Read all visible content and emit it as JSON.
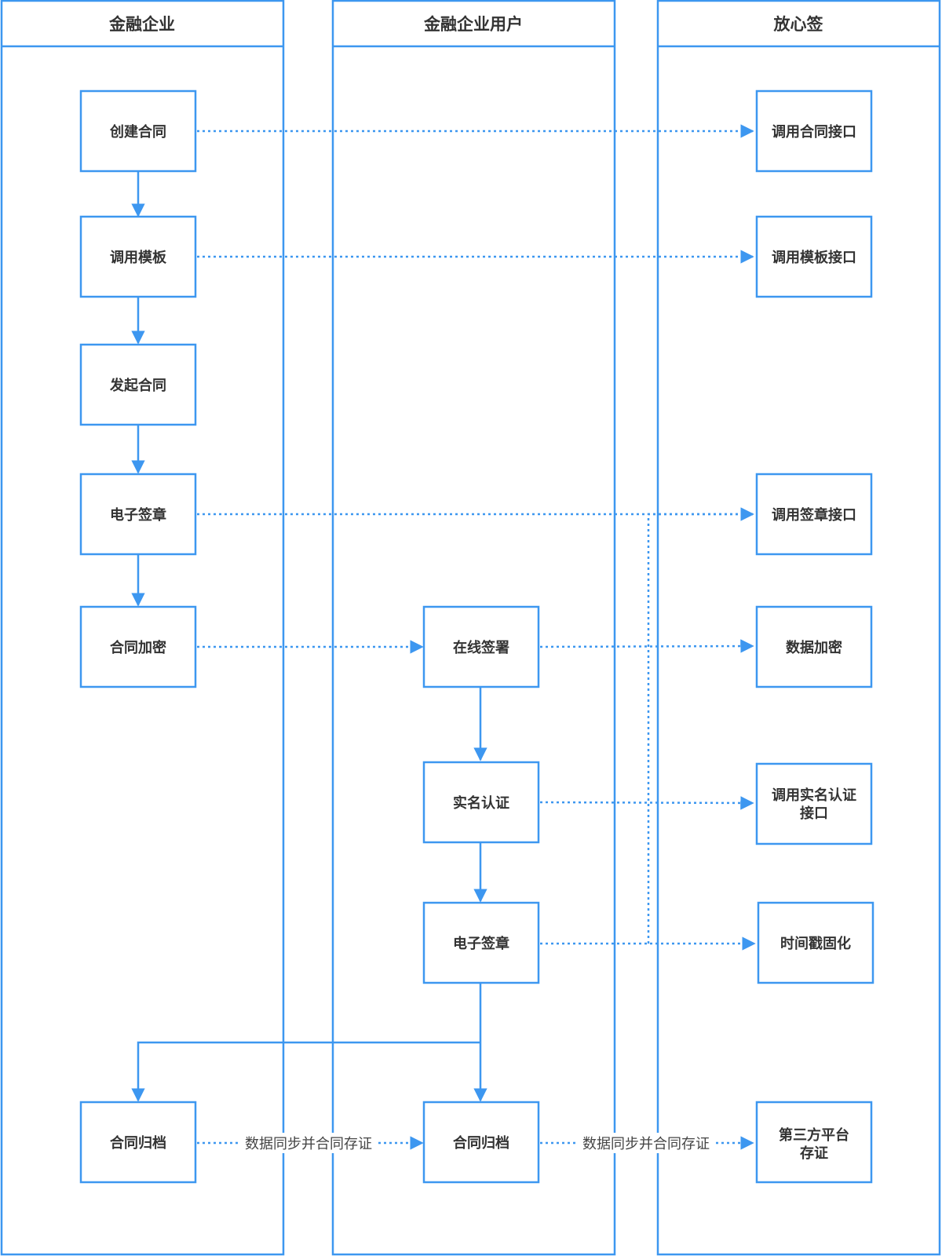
{
  "colors": {
    "accent": "#3d97f0",
    "text": "#333333",
    "background": "#ffffff"
  },
  "lanes": [
    {
      "id": "financial-enterprise",
      "title": "金融企业"
    },
    {
      "id": "enterprise-user",
      "title": "金融企业用户"
    },
    {
      "id": "fangxinqian",
      "title": "放心签"
    }
  ],
  "nodes": {
    "create_contract": "创建合同",
    "call_template": "调用模板",
    "initiate_contract": "发起合同",
    "e_signature_ent": "电子签章",
    "contract_encrypt": "合同加密",
    "archive_ent": "合同归档",
    "online_sign": "在线签署",
    "real_name_auth": "实名认证",
    "e_signature_user": "电子签章",
    "archive_user": "合同归档",
    "api_contract": "调用合同接口",
    "api_template": "调用模板接口",
    "api_signature": "调用签章接口",
    "data_encrypt": "数据加密",
    "api_real_name": [
      "调用实名认证",
      "接口"
    ],
    "timestamp": "时间戳固化",
    "third_party": [
      "第三方平台",
      "存证"
    ]
  },
  "edge_labels": {
    "sync_ent_to_user": "数据同步并合同存证",
    "sync_user_to_platform": "数据同步并合同存证"
  }
}
